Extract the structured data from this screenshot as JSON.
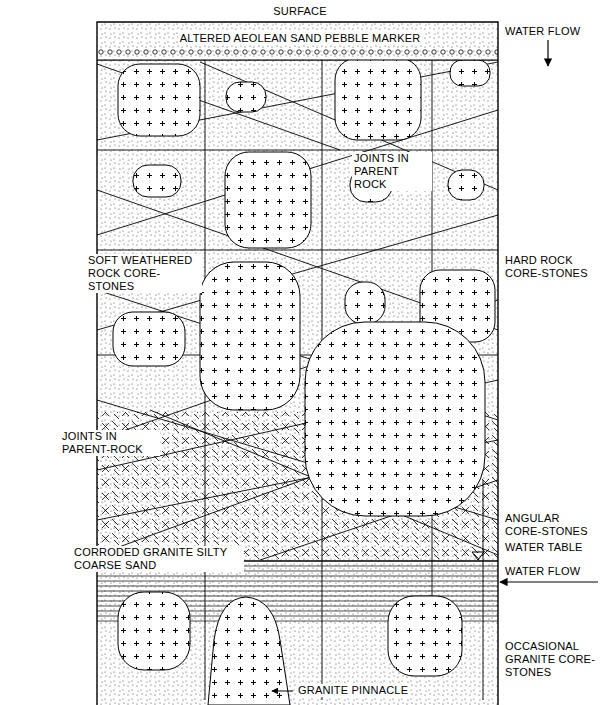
{
  "diagram": {
    "labels": [
      "SURFACE",
      "ALTERED AEOLEAN SAND PEBBLE MARKER",
      "WATER FLOW",
      "JOINTS IN PARENT ROCK",
      "SOFT WEATHERED ROCK CORE-STONES",
      "HARD ROCK CORE-STONES",
      "JOINTS IN PARENT-ROCK",
      "ANGULAR CORE-STONES",
      "WATER TABLE",
      "WATER FLOW",
      "CORRODED GRANITE SILTY COARSE SAND",
      "OCCASIONAL GRANITE CORE-STONES",
      "GRANITE PINNACLE"
    ]
  }
}
